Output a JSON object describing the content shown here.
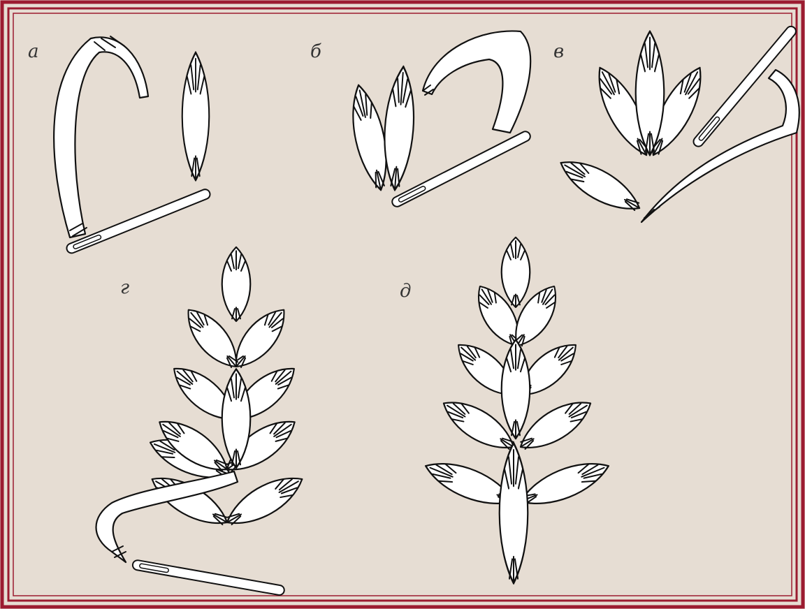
{
  "colors": {
    "background": "#e6ddd3",
    "frame_border": "#9b1b30",
    "outline": "#111111",
    "petal_fill": "#ffffff"
  },
  "panels": [
    {
      "id": "a",
      "label": "а"
    },
    {
      "id": "b",
      "label": "б"
    },
    {
      "id": "v",
      "label": "в"
    },
    {
      "id": "g",
      "label": "г"
    },
    {
      "id": "d",
      "label": "д"
    }
  ]
}
